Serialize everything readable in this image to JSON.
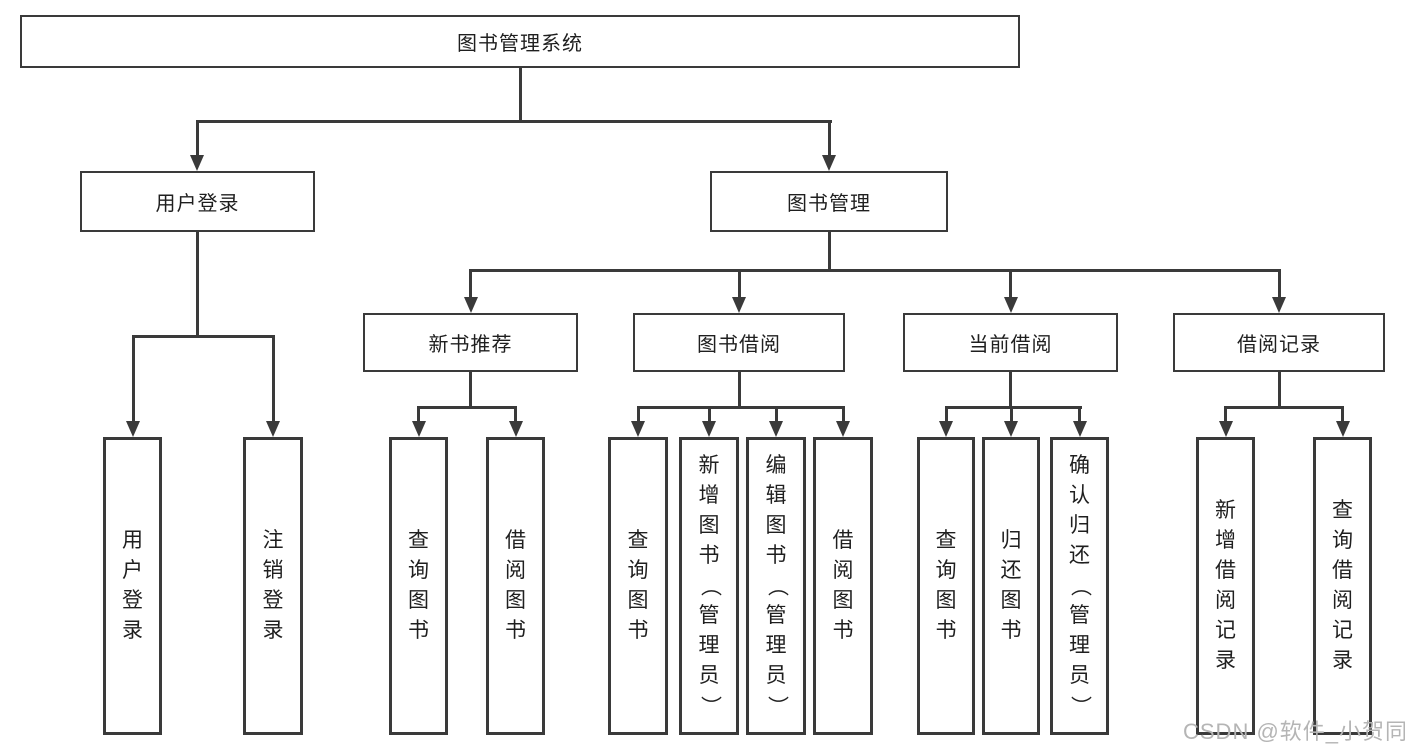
{
  "tree": {
    "label": "图书管理系统",
    "children": [
      {
        "label": "用户登录",
        "children": [
          {
            "label": "用户登录"
          },
          {
            "label": "注销登录"
          }
        ]
      },
      {
        "label": "图书管理",
        "children": [
          {
            "label": "新书推荐",
            "children": [
              {
                "label": "查询图书"
              },
              {
                "label": "借阅图书"
              }
            ]
          },
          {
            "label": "图书借阅",
            "children": [
              {
                "label": "查询图书"
              },
              {
                "label": "新增图书（管理员）"
              },
              {
                "label": "编辑图书（管理员）"
              },
              {
                "label": "借阅图书"
              }
            ]
          },
          {
            "label": "当前借阅",
            "children": [
              {
                "label": "查询图书"
              },
              {
                "label": "归还图书"
              },
              {
                "label": "确认归还（管理员）"
              }
            ]
          },
          {
            "label": "借阅记录",
            "children": [
              {
                "label": "新增借阅记录"
              },
              {
                "label": "查询借阅记录"
              }
            ]
          }
        ]
      }
    ]
  },
  "watermark": "CSDN @软件_小贺同学",
  "colors": {
    "line": "#3a3a3a",
    "box_border": "#3a3a3a",
    "text": "#1f1f1f",
    "watermark": "#b5b5b5",
    "background": "#ffffff"
  }
}
